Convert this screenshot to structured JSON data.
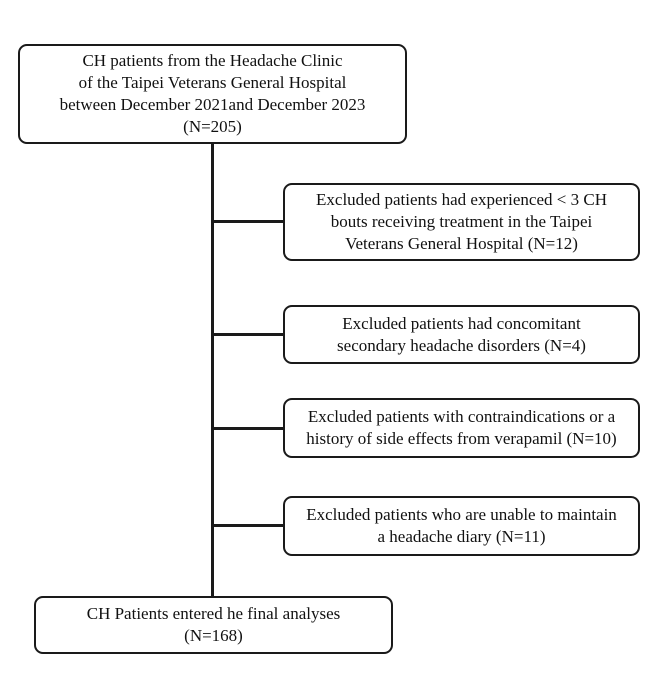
{
  "flowchart": {
    "top_box": {
      "lines": [
        "CH patients from the Headache Clinic",
        "of the Taipei Veterans General Hospital",
        "between December 2021and December 2023",
        "(N=205)"
      ]
    },
    "exclusions": [
      {
        "lines": [
          "Excluded patients had experienced < 3 CH",
          "bouts receiving treatment in the Taipei",
          "Veterans General Hospital (N=12)"
        ]
      },
      {
        "lines": [
          "Excluded patients had concomitant",
          "secondary headache disorders (N=4)"
        ]
      },
      {
        "lines": [
          "Excluded patients with contraindications or a",
          "history of side effects from verapamil (N=10)"
        ]
      },
      {
        "lines": [
          "Excluded patients who are unable to maintain",
          "a headache diary (N=11)"
        ]
      }
    ],
    "bottom_box": {
      "lines": [
        "CH Patients entered he final analyses",
        "(N=168)"
      ]
    }
  }
}
